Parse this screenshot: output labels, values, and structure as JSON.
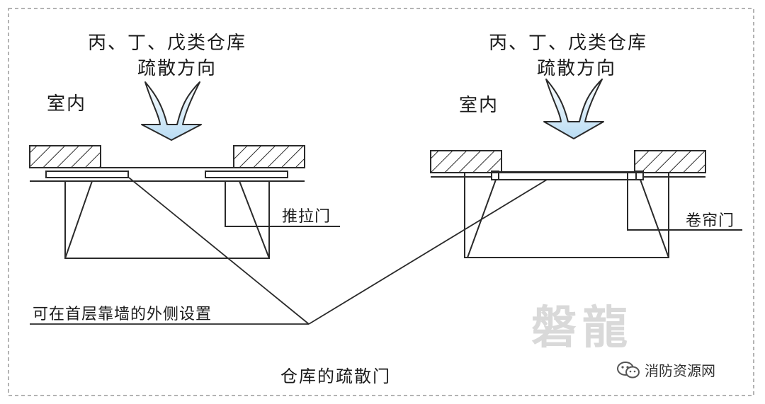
{
  "left": {
    "title_line1": "丙、丁、戊类仓库",
    "title_line2": "疏散方向",
    "indoor_label": "室内",
    "door_label": "推拉门"
  },
  "right": {
    "title_line1": "丙、丁、戊类仓库",
    "title_line2": "疏散方向",
    "indoor_label": "室内",
    "door_label": "卷帘门"
  },
  "annotation": "可在首层靠墙的外侧设置",
  "caption": "仓库的疏散门",
  "watermark": "磐龍",
  "brand": {
    "name": "消防资源网",
    "icon": "wechat-icon"
  },
  "colors": {
    "arrow_fill": "#cfe6f7",
    "line": "#2a2a2a",
    "border": "#9a9a9a"
  }
}
